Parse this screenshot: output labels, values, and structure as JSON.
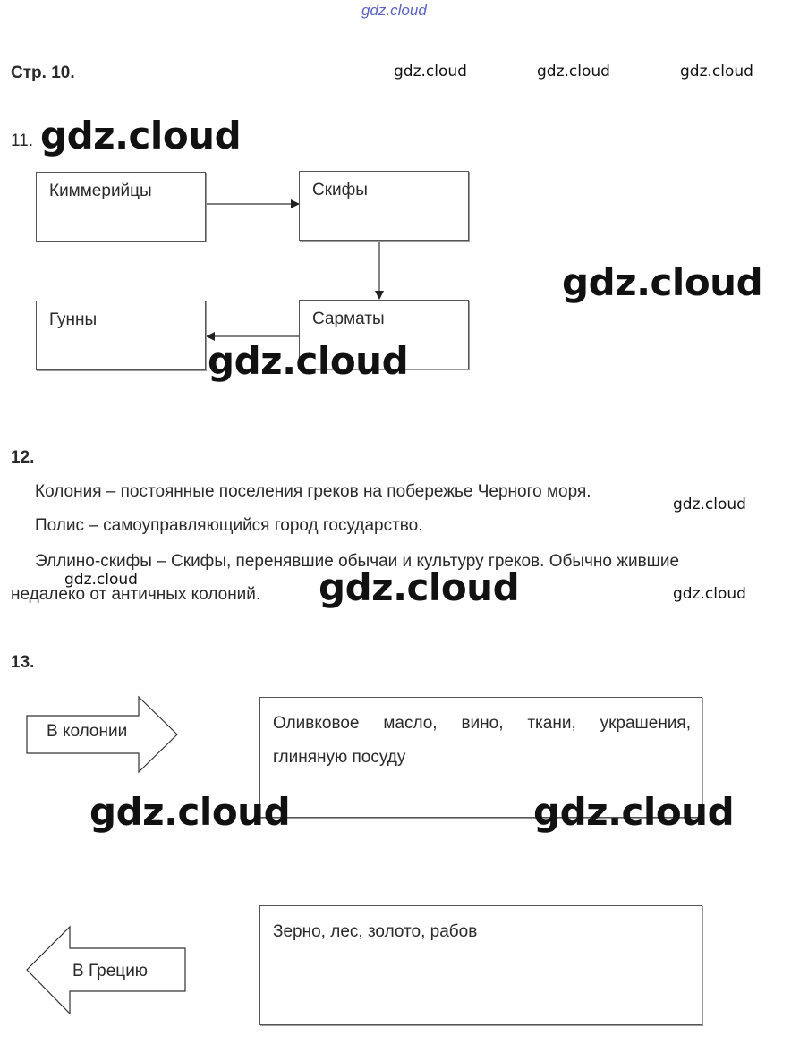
{
  "watermark": {
    "top": "gdz.cloud",
    "text": "gdz.cloud"
  },
  "page_label": "Стр. 10.",
  "task11": {
    "number": "11.",
    "boxes": {
      "kimmeriytsy": "Киммерийцы",
      "skify": "Скифы",
      "sarmaty": "Сарматы",
      "gunny": "Гунны"
    }
  },
  "task12": {
    "number": "12.",
    "lines": [
      "Колония – постоянные поселения греков на побережье Черного моря.",
      "Полис – самоуправляющийся город государство.",
      "Эллино-скифы – Скифы, перенявшие обычаи и культуру греков. Обычно жившие",
      "недалеко от античных колоний."
    ]
  },
  "task13": {
    "number": "13.",
    "arrow_to_colonies": "В колонии",
    "to_colonies_text": "Оливковое масло, вино, ткани, украшения, глиняную посуду",
    "arrow_to_greece": "В Грецию",
    "to_greece_text": "Зерно, лес, золото, рабов"
  }
}
